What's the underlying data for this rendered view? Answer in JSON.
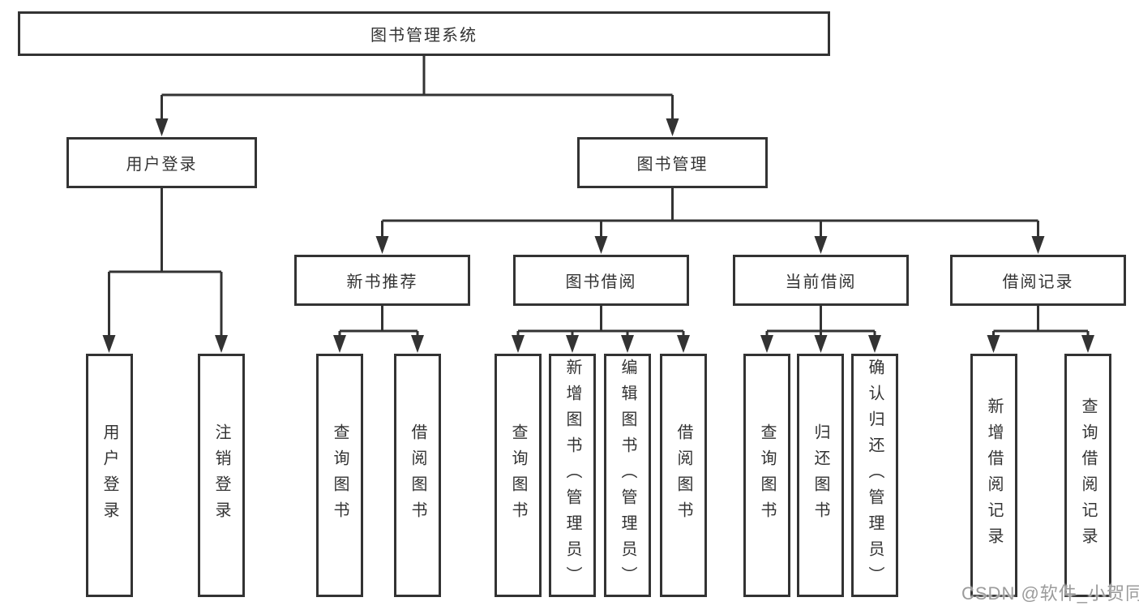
{
  "colors": {
    "line": "#333333",
    "node_border": "#333333",
    "node_text": "#333333",
    "background": "#ffffff",
    "watermark_text_color": "#9b9b9b"
  },
  "watermark": {
    "text": "CSDN @软件_小贺同学"
  },
  "tree": {
    "label": "图书管理系统",
    "children": [
      {
        "label": "用户登录",
        "children": [
          {
            "label": "用户登录"
          },
          {
            "label": "注销登录"
          }
        ]
      },
      {
        "label": "图书管理",
        "children": [
          {
            "label": "新书推荐",
            "children": [
              {
                "label": "查询图书"
              },
              {
                "label": "借阅图书"
              }
            ]
          },
          {
            "label": "图书借阅",
            "children": [
              {
                "label": "查询图书"
              },
              {
                "label": "新增图书（管理员）"
              },
              {
                "label": "编辑图书（管理员）"
              },
              {
                "label": "借阅图书"
              }
            ]
          },
          {
            "label": "当前借阅",
            "children": [
              {
                "label": "查询图书"
              },
              {
                "label": "归还图书"
              },
              {
                "label": "确认归还（管理员）"
              }
            ]
          },
          {
            "label": "借阅记录",
            "children": [
              {
                "label": "新增借阅记录"
              },
              {
                "label": "查询借阅记录"
              }
            ]
          }
        ]
      }
    ]
  }
}
